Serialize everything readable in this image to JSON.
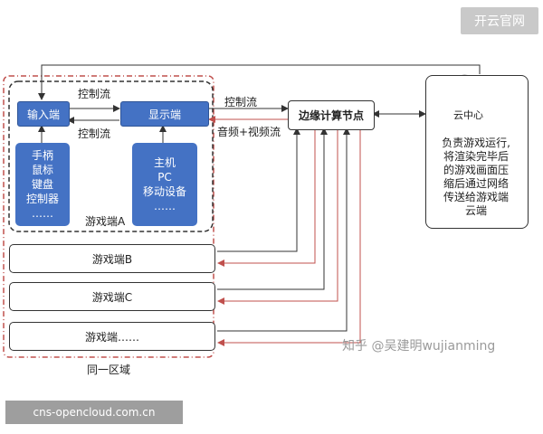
{
  "watermarks": {
    "top_right": "开云官网",
    "bottom_left": "cns-opencloud.com.cn",
    "zhihu": "知乎 @吴建明wujianming"
  },
  "region": {
    "label": "同一区域"
  },
  "client_a": {
    "label": "游戏端A",
    "input_label": "输入端",
    "display_label": "显示端",
    "control_flow_top": "控制流",
    "control_flow_bottom": "控制流",
    "input_devices": [
      "手柄",
      "鼠标",
      "键盘",
      "控制器",
      "……"
    ],
    "display_devices": [
      "主机",
      "PC",
      "移动设备",
      "……"
    ]
  },
  "clients": [
    {
      "label": "游戏端B"
    },
    {
      "label": "游戏端C"
    },
    {
      "label": "游戏端……"
    }
  ],
  "edge": {
    "label": "边缘计算节点",
    "control_flow": "控制流",
    "av_flow": "音频+视频流"
  },
  "cloud": {
    "label": "云中心",
    "description": [
      "负责游戏运行,",
      "将渲染完毕后",
      "的游戏画面压",
      "缩后通过网络",
      "传送给游戏端",
      "云端"
    ]
  },
  "colors": {
    "accent_blue": "#4472c4",
    "region_border": "#c0504d",
    "red_arrow": "#c0504d",
    "watermark_gray": "#c9c9c9"
  }
}
